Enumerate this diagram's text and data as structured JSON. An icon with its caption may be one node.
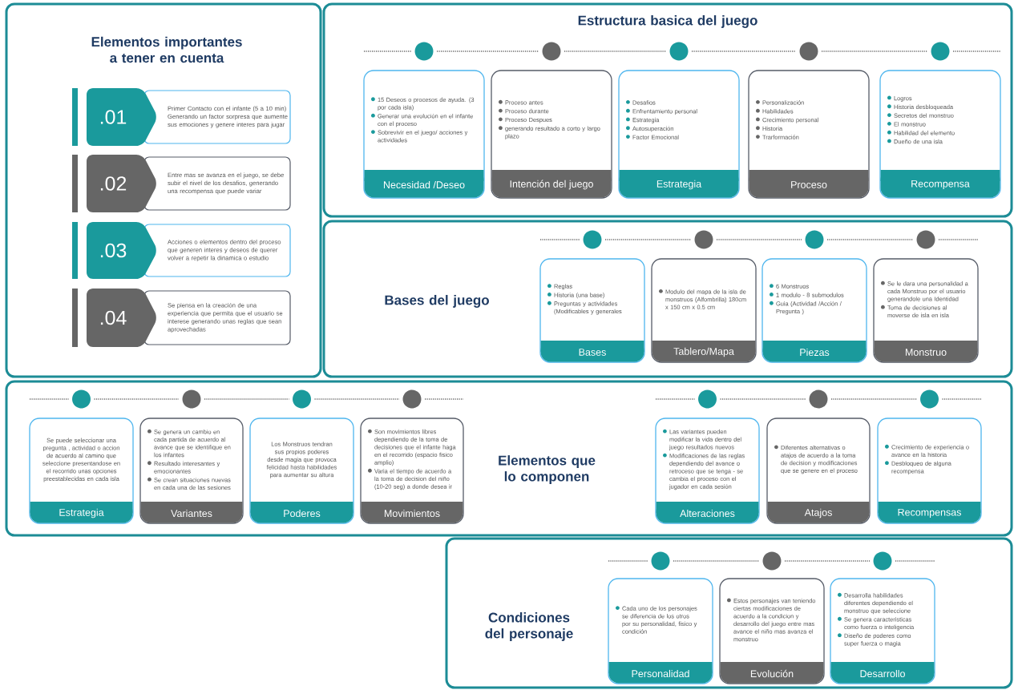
{
  "diagram": {
    "nodes": [
      {
        "text": [
          "Elementos importantes a tener en cuenta"
        ]
      },
      {
        "text": [
          ".01",
          "Primer Contacto con el infante (5 a 10 min) Generando un factor sorpresa que aumente sus emociones y genere interes para jugar"
        ],
        "in": 0
      },
      {
        "text": [
          ".02",
          "Entre mas se avanza en el juego, se debe subir el nivel de los desafios, generando una recompensa que puede variar"
        ],
        "in": 0
      },
      {
        "text": [
          ".03",
          "Acciones o elementos dentro del proceso que generen interes y deseos de querer volver a repetir la dinamica o estudio"
        ],
        "in": 0
      },
      {
        "text": [
          ".04",
          "Se piensa en la creación de una experiencia que permita que el usuario se interese generando unas reglas que sean aprovechadas"
        ],
        "in": 0
      },
      {
        "text": [
          "Estructura basica del juego"
        ]
      },
      {
        "text": [
          "15 Deseos o procesos de ayuda. (3 por cada isla)",
          "Generar una evolución en el infante con el proceso",
          "Sobrevivir en el juego/ acciones y actividades",
          "Necesidad /Deseo"
        ],
        "in": 5
      },
      {
        "text": [
          "Proceso antes",
          "Proceso durante",
          "Proceso Despues",
          "generando resultado a corto y largo plazo",
          "Intención del juego"
        ],
        "in": 5
      },
      {
        "text": [
          "Desafios",
          "Enfrentamiento personal",
          "Estrategia",
          "Autosuperación",
          "Factor Emocional",
          "Estrategia"
        ],
        "in": 5
      },
      {
        "text": [
          "Personalización",
          "Habilidades",
          "Crecimiento personal",
          "Historia",
          "Trarformación",
          "Proceso"
        ],
        "in": 5
      },
      {
        "text": [
          "Logros",
          "Historia desbloqueada",
          "Secretos del monstruo",
          "El monstruo",
          "Habilidad del elemento",
          "Dueño de una isla",
          "Recompensa"
        ],
        "in": 5
      },
      {
        "text": [
          "Bases del juego"
        ]
      },
      {
        "text": [
          "Reglas",
          "Historia (una base)",
          "Preguntas y actividades (Modificables y generales",
          "Bases"
        ],
        "in": 11
      },
      {
        "text": [
          "Modulo del mapa de la isla de monstruos (Alfombrilla) 180cm x 150 cm x 0.5 cm",
          "Tablero/Mapa"
        ],
        "in": 11
      },
      {
        "text": [
          "6 Monstruos",
          "1 modulo - 8 submodulos",
          "Guia (Actividad /Acción / Pregunta )",
          "Piezas"
        ],
        "in": 11
      },
      {
        "text": [
          "Se le dara una personalidad a cada Monstruo por el usuario generandole una Identidad",
          "Toma de decisiones al moverse de isla en isla",
          "Monstruo"
        ],
        "in": 11
      },
      {
        "text": [
          "Elementos que lo componen"
        ]
      },
      {
        "text": [
          "Se puede seleccionar una pregunta , actividad o accion de acuerdo al camino que seleccione presentandose en el recorrido unas opciones preestablecidas en cada isla",
          "Estrategia"
        ],
        "in": 16
      },
      {
        "text": [
          "Se genera un cambio en cada partida de acuerdo al avance que se identifique en los infantes",
          "Resultado interesantes y emocionantes",
          "Se crean situaciones nuevas en cada una de las sesiones",
          "Variantes"
        ],
        "in": 16
      },
      {
        "text": [
          "Los Monstruos tendran sus propios poderes desde magia que provoca felicidad hasta habilidades para aumentar su altura",
          "Poderes"
        ],
        "in": 16
      },
      {
        "text": [
          "Son movimientos libres dependiendo de la toma de decisiones que el infante haga en el recorrido (espacio fisico amplio)",
          "Varia el tiempo de acuerdo a la toma de decision del niño (10-20 seg) a donde desea ir",
          "Movimientos"
        ],
        "in": 16
      },
      {
        "text": [
          "Las variantes pueden modificar la vida dentro del juego resultados nuevos",
          "Modificaciones de las reglas dependiendo del avance o retroceso que se tenga - se cambia el proceso con el jugador en cada sesión",
          "Alteraciones"
        ],
        "in": 16
      },
      {
        "text": [
          "Diferentes alternativas o atajos de acuerdo a la toma de decision y modificaciones que se genere en el proceso",
          "Atajos"
        ],
        "in": 16
      },
      {
        "text": [
          "Crecimiento de experiencia o avance en la historia",
          "Desbloqueo de alguna recompensa",
          "Recompensas"
        ],
        "in": 16
      },
      {
        "text": [
          "Condiciones del personaje"
        ]
      },
      {
        "text": [
          "Cada uno de los personajes se diferencia de los otros por su personalidad, fisico y condición",
          "Personalidad"
        ],
        "in": 24
      },
      {
        "text": [
          "Estos personajes van teniendo ciertas modificaciones de acuerdo a la condicion y desarrollo del juego entre mas avance el niño mas avanza el monstruo",
          "Evolución"
        ],
        "in": 24
      },
      {
        "text": [
          "Desarrolla habilidades diferentes dependiendo el monstruo que seleccione",
          "Se genera caracteristicas como fuerza o inteligencia",
          "Diseño de poderes como super fuerza o magia",
          "Desarrollo"
        ],
        "in": 24
      }
    ]
  }
}
